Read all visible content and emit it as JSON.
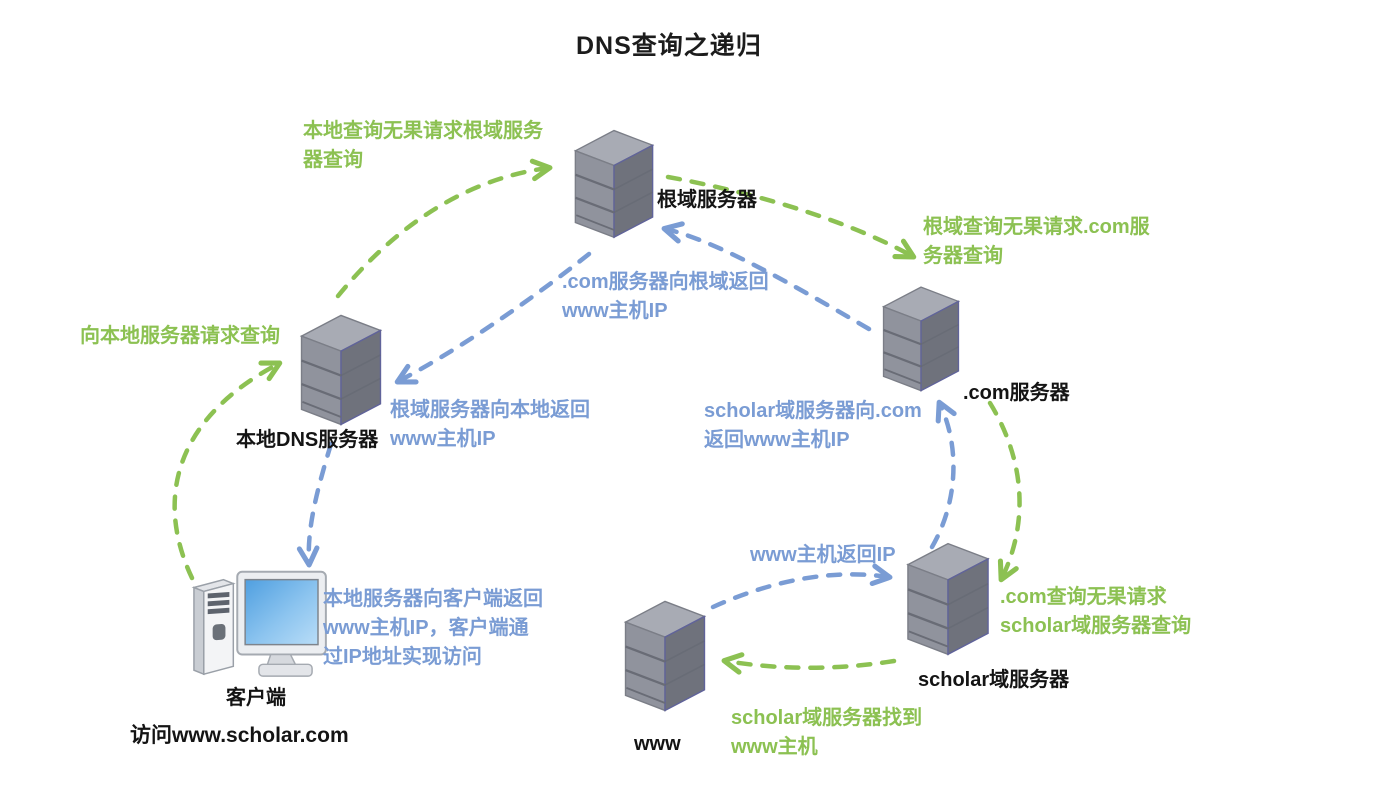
{
  "title": "DNS查询之递归",
  "colors": {
    "request_green": "#8cc152",
    "response_blue": "#7a9cd4",
    "server_front": "#90939d",
    "server_top": "#a8abb4",
    "server_side": "#6f727c",
    "monitor_screen_blue": "#6fb1e8"
  },
  "nodes": {
    "root": "根域服务器",
    "com": ".com服务器",
    "scholar": "scholar域服务器",
    "www": "www",
    "local_dns": "本地DNS服务器",
    "client": "客户端",
    "client_action": "访问www.scholar.com"
  },
  "annotations": {
    "client_to_local": "向本地服务器请求查询",
    "local_to_root": "本地查询无果请求根域服务\n器查询",
    "root_to_com": "根域查询无果请求.com服\n务器查询",
    "com_to_scholar": ".com查询无果请求\nscholar域服务器查询",
    "scholar_to_www": "scholar域服务器找到\nwww主机",
    "www_to_scholar_reply": "www主机返回IP",
    "scholar_to_com_reply": "scholar域服务器向.com\n返回www主机IP",
    "com_to_root_reply": ".com服务器向根域返回\nwww主机IP",
    "root_to_local_reply": "根域服务器向本地返回\nwww主机IP",
    "local_to_client_reply": "本地服务器向客户端返回\nwww主机IP，客户端通\n过IP地址实现访问"
  }
}
